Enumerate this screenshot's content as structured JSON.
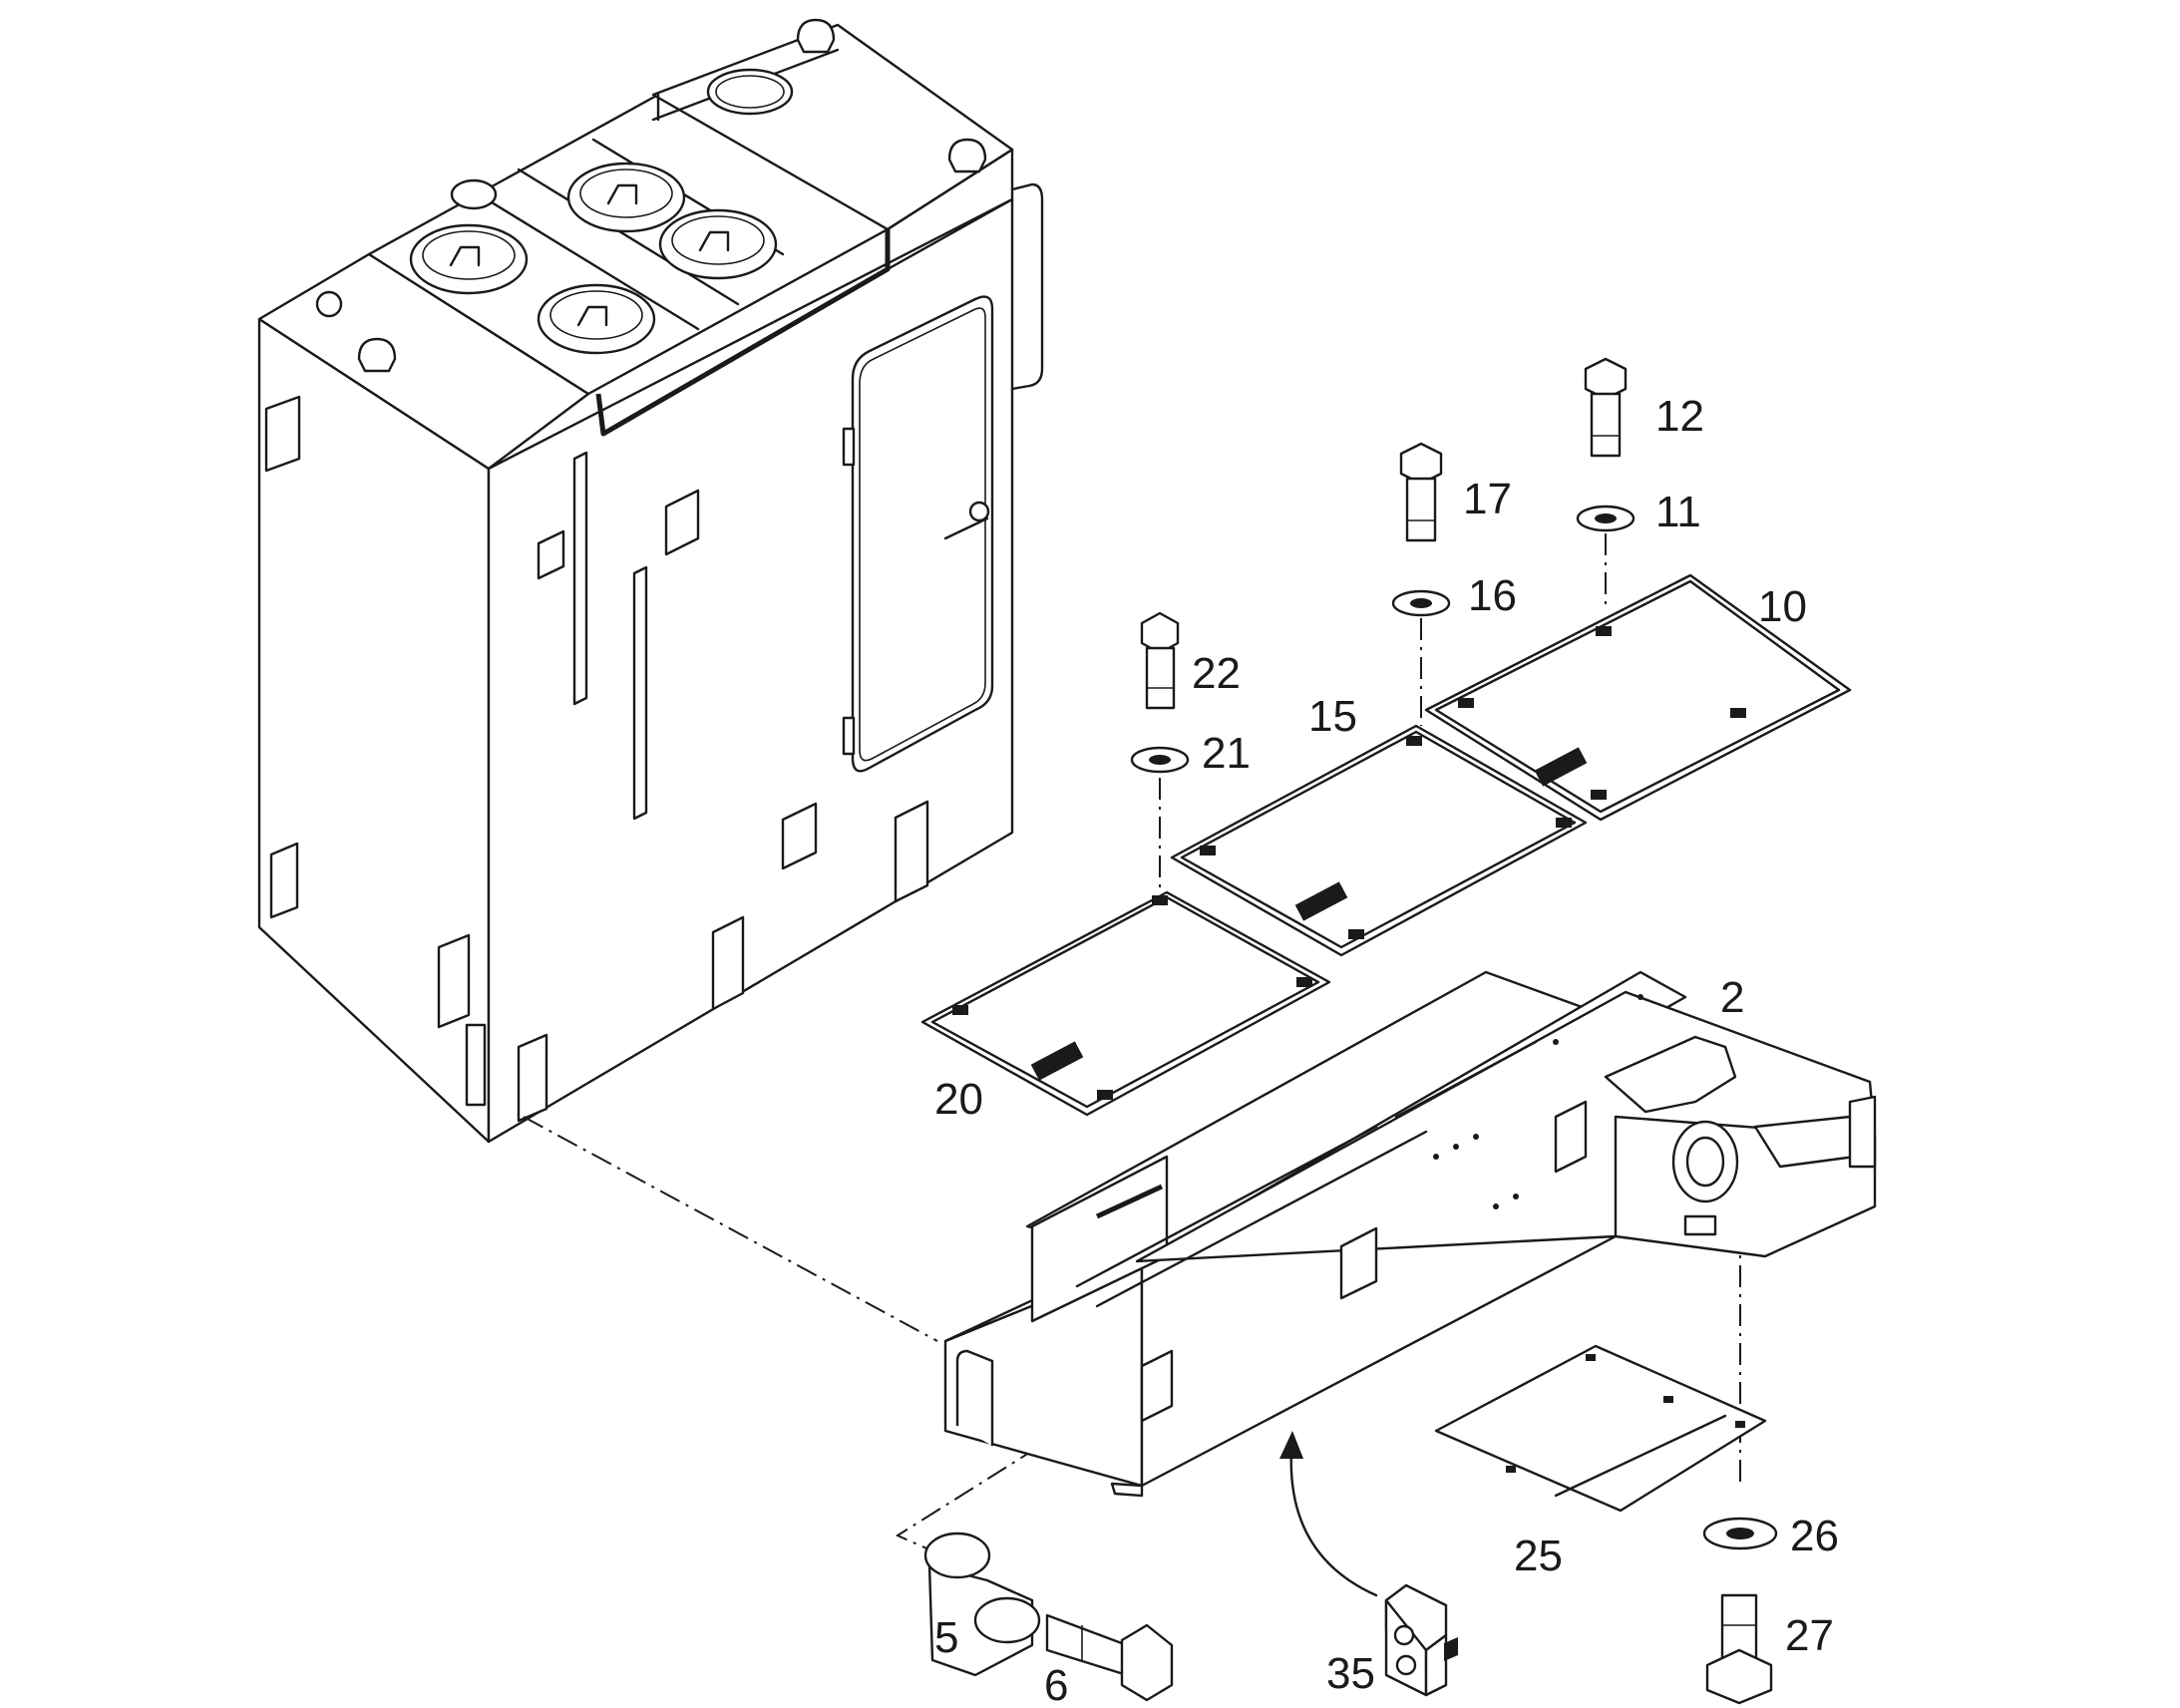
{
  "callouts": [
    {
      "id": "c2",
      "text": "2"
    },
    {
      "id": "c5",
      "text": "5"
    },
    {
      "id": "c6",
      "text": "6"
    },
    {
      "id": "c10",
      "text": "10"
    },
    {
      "id": "c11",
      "text": "11"
    },
    {
      "id": "c12",
      "text": "12"
    },
    {
      "id": "c15",
      "text": "15"
    },
    {
      "id": "c16",
      "text": "16"
    },
    {
      "id": "c17",
      "text": "17"
    },
    {
      "id": "c20",
      "text": "20"
    },
    {
      "id": "c21",
      "text": "21"
    },
    {
      "id": "c22",
      "text": "22"
    },
    {
      "id": "c25",
      "text": "25"
    },
    {
      "id": "c26",
      "text": "26"
    },
    {
      "id": "c27",
      "text": "27"
    },
    {
      "id": "c35",
      "text": "35"
    }
  ]
}
